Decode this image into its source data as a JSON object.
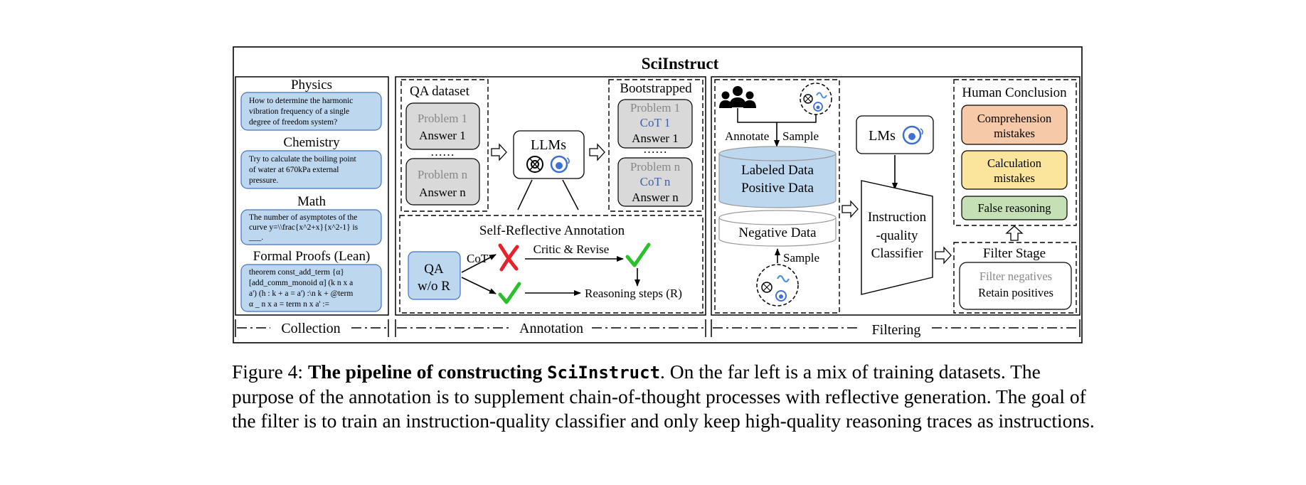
{
  "title": "SciInstruct",
  "collection": {
    "footer": "Collection",
    "subjects": [
      {
        "name": "Physics",
        "text": [
          "How to determine the harmonic",
          "vibration frequency of a single",
          "degree of freedom system?"
        ]
      },
      {
        "name": "Chemistry",
        "text": [
          "Try to calculate  the boiling point",
          "of water at 670kPa external",
          "pressure."
        ]
      },
      {
        "name": "Math",
        "text": [
          "The number of asymptotes of the",
          "curve y=\\\\frac{x^2+x}{x^2-1} is",
          "___."
        ]
      },
      {
        "name": "Formal Proofs (Lean)",
        "text": [
          "theorem const_add_term  {α}",
          "[add_comm_monoid α] (k n x a",
          "a') (h : k + a = a') :\\n k + @term",
          "α _ n x a = term n x a' :="
        ]
      }
    ]
  },
  "annotation": {
    "footer": "Annotation",
    "qa_dataset": {
      "label": "QA dataset",
      "problem1": "Problem 1",
      "answer1": "Answer 1",
      "dots": "……",
      "problemn": "Problem n",
      "answern": "Answer n"
    },
    "llms": "LLMs",
    "bootstrapped": {
      "label": "Bootstrapped",
      "problem1": "Problem 1",
      "cot1": "CoT 1",
      "answer1": "Answer 1",
      "dots": "……",
      "problemn": "Problem n",
      "cotn": "CoT n",
      "answern": "Answer n"
    },
    "self_reflective": {
      "label": "Self-Reflective  Annotation",
      "qa_line1": "QA",
      "qa_line2": "w/o R",
      "cot": "CoT",
      "critic": "Critic & Revise",
      "reasoning": "Reasoning steps (R)"
    }
  },
  "filtering": {
    "footer": "Filtering",
    "annotate": "Annotate",
    "sample_top": "Sample",
    "labeled_line1": "Labeled Data",
    "labeled_line2": "Positive Data",
    "negative": "Negative Data",
    "sample_bottom": "Sample",
    "lms": "LMs",
    "classifier": [
      "Instruction",
      "-quality",
      "Classifier"
    ],
    "human_conclusion": {
      "label": "Human Conclusion",
      "items": [
        {
          "line1": "Comprehension",
          "line2": "mistakes",
          "color": "#f6c9a8"
        },
        {
          "line1": "Calculation",
          "line2": "mistakes",
          "color": "#fbe59c"
        },
        {
          "line1": "False reasoning",
          "line2": "",
          "color": "#c5e0b4"
        }
      ]
    },
    "filter_stage": {
      "label": "Filter Stage",
      "line1": "Filter negatives",
      "line2": "Retain positives"
    }
  },
  "colors": {
    "question_box": "#bdd7ee",
    "question_border": "#4472c4",
    "gray_box": "#d9d9d9",
    "cot_blue": "#3d5fad",
    "cross_red": "#e8202a",
    "check_green": "#2bc02b"
  },
  "caption": {
    "label": "Figure 4:",
    "bold_text": "The pipeline of constructing",
    "code": "SciInstruct",
    "rest": ". On the far left is a mix of training datasets. The purpose of the annotation is to supplement chain-of-thought processes with reflective generation. The goal of the filter is to train an instruction-quality classifier and only keep high-quality reasoning traces as instructions."
  }
}
